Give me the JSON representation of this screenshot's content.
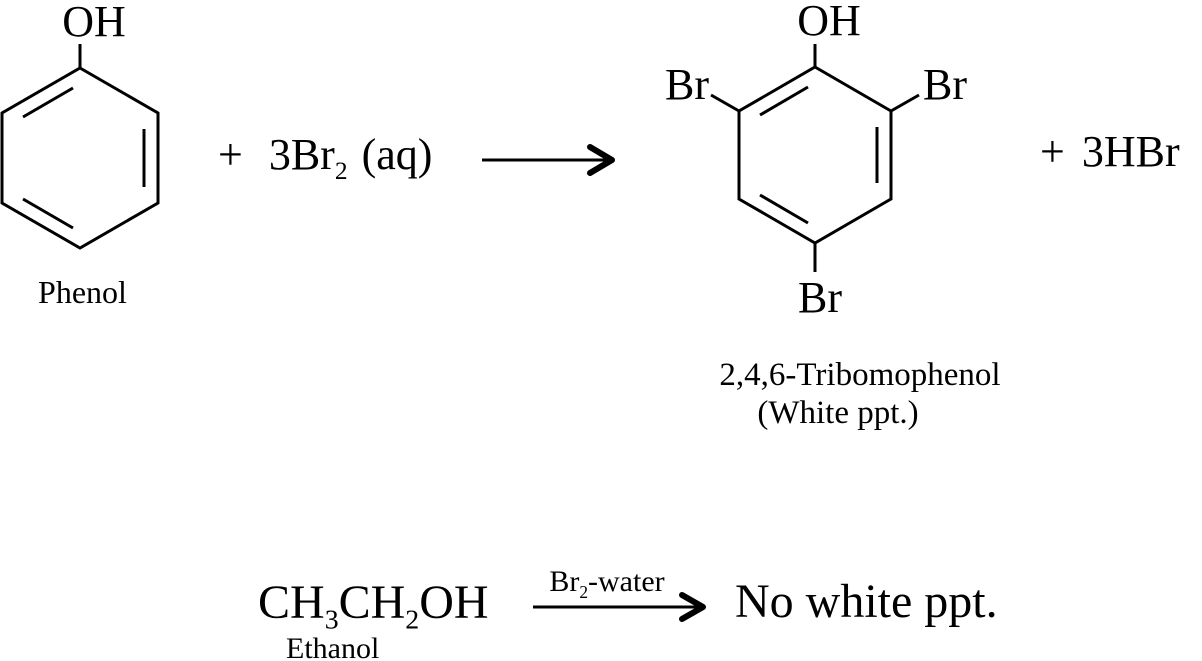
{
  "colors": {
    "ink": "#000000",
    "background": "#ffffff"
  },
  "top_reaction": {
    "reactant": {
      "oh_label": "OH",
      "name": "Phenol"
    },
    "plus_1": "+",
    "reagent": {
      "base": "3Br",
      "sub": "2",
      "state": "(aq)"
    },
    "product": {
      "oh_label": "OH",
      "br_left": "Br",
      "br_right": "Br",
      "br_bottom": "Br",
      "name": "2,4,6-Tribomophenol",
      "note": "(White ppt.)"
    },
    "plus_2": "+",
    "byproduct": "3HBr"
  },
  "bottom_reaction": {
    "reactant": {
      "part1": "CH",
      "sub1": "3",
      "part2": "CH",
      "sub2": "2",
      "part3": "OH",
      "name": "Ethanol"
    },
    "condition": {
      "base": "Br",
      "sub": "2",
      "suffix": "-water"
    },
    "result": "No white ppt."
  }
}
